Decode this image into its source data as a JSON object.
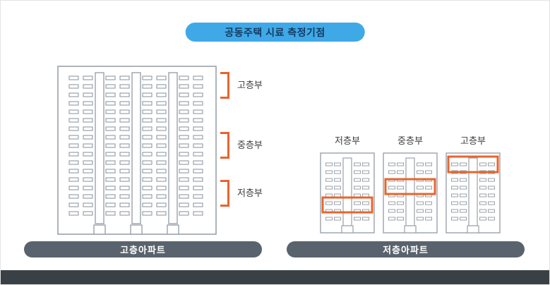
{
  "title": {
    "text": "공동주택 시료 측정기점"
  },
  "left": {
    "markers": [
      {
        "label": "고층부",
        "zone": "top"
      },
      {
        "label": "중층부",
        "zone": "middle"
      },
      {
        "label": "저층부",
        "zone": "bottom"
      }
    ],
    "caption": "고층아파트"
  },
  "right": {
    "buildings": [
      {
        "label": "저층부",
        "highlight": "bottom"
      },
      {
        "label": "중층부",
        "highlight": "middle"
      },
      {
        "label": "고층부",
        "highlight": "top"
      }
    ],
    "caption": "저층아파트"
  },
  "colors": {
    "accent_blue": "#3fa9e8",
    "title_text": "#16395f",
    "accent_orange": "#e8642e",
    "building_outline": "#9aa2aa",
    "caption_bg": "#59636d",
    "footer_bg": "#3a4146",
    "label_text": "#3d3d3d"
  }
}
